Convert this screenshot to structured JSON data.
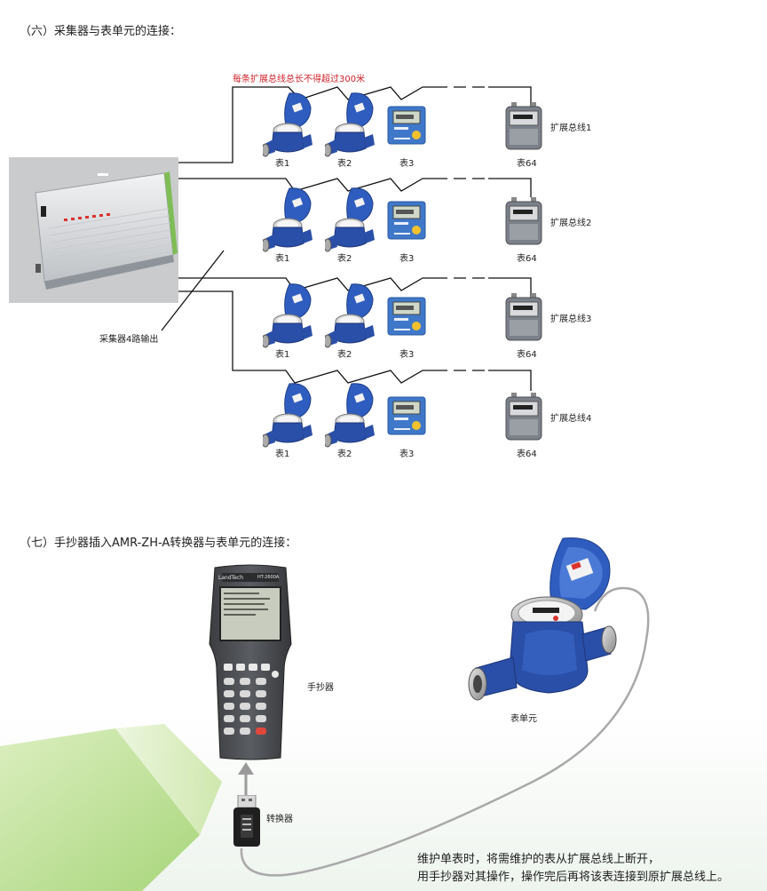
{
  "section6": {
    "title": "（六）采集器与表单元的连接：",
    "bus_length_note": "每条扩展总线总长不得超过300米",
    "collector_output_label": "采集器4路输出",
    "buses": [
      {
        "name": "扩展总线1",
        "meters": [
          "表1",
          "表2",
          "表3",
          "表64"
        ]
      },
      {
        "name": "扩展总线2",
        "meters": [
          "表1",
          "表2",
          "表3",
          "表64"
        ]
      },
      {
        "name": "扩展总线3",
        "meters": [
          "表1",
          "表2",
          "表3",
          "表64"
        ]
      },
      {
        "name": "扩展总线4",
        "meters": [
          "表1",
          "表2",
          "表3",
          "表64"
        ]
      }
    ]
  },
  "section7": {
    "title": "（七）手抄器插入AMR-ZH-A转换器与表单元的连接：",
    "handheld_label": "手抄器",
    "converter_label": "转换器",
    "meter_label": "表单元",
    "handheld_brand": "LandTech",
    "handheld_model": "HT-2600A",
    "note_line1": "维护单表时，将需维护的表从扩展总线上断开，",
    "note_line2": "用手抄器对其操作，操作完后再将该表连接到原扩展总线上。"
  },
  "colors": {
    "bus_note": "#d0202a",
    "meter_blue": "#2a4fa8",
    "lcd_blue": "#3f78c9",
    "green_accent": "#8cc63f"
  }
}
